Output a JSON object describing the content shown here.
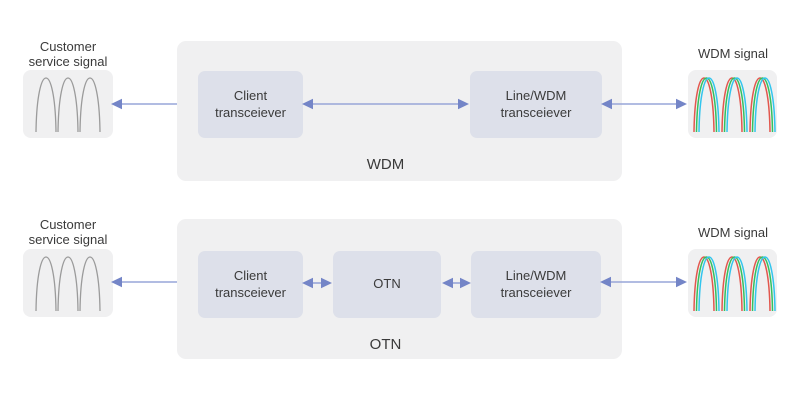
{
  "colors": {
    "container_bg": "#f0f0f1",
    "node_bg": "#dde0ea",
    "signal_box_bg": "#f0f0f1",
    "arrow_shaft": "#97a5d8",
    "arrow_head": "#7485c7",
    "text": "#3a3a3a",
    "gray_wave": "#9b9b9b",
    "wave_red": "#e2574e",
    "wave_green": "#35c05e",
    "wave_cyan": "#32c5ee"
  },
  "rows": [
    {
      "source_label_line1": "Customer",
      "source_label_line2": "service signal",
      "nodes": {
        "client": "Client transceiever",
        "line": "Line/WDM transceiever"
      },
      "system_label": "WDM",
      "output_label": "WDM signal"
    },
    {
      "source_label_line1": "Customer",
      "source_label_line2": "service signal",
      "nodes": {
        "client": "Client transceiever",
        "otn": "OTN",
        "line": "Line/WDM transceiever"
      },
      "system_label": "OTN",
      "output_label": "WDM signal"
    }
  ]
}
